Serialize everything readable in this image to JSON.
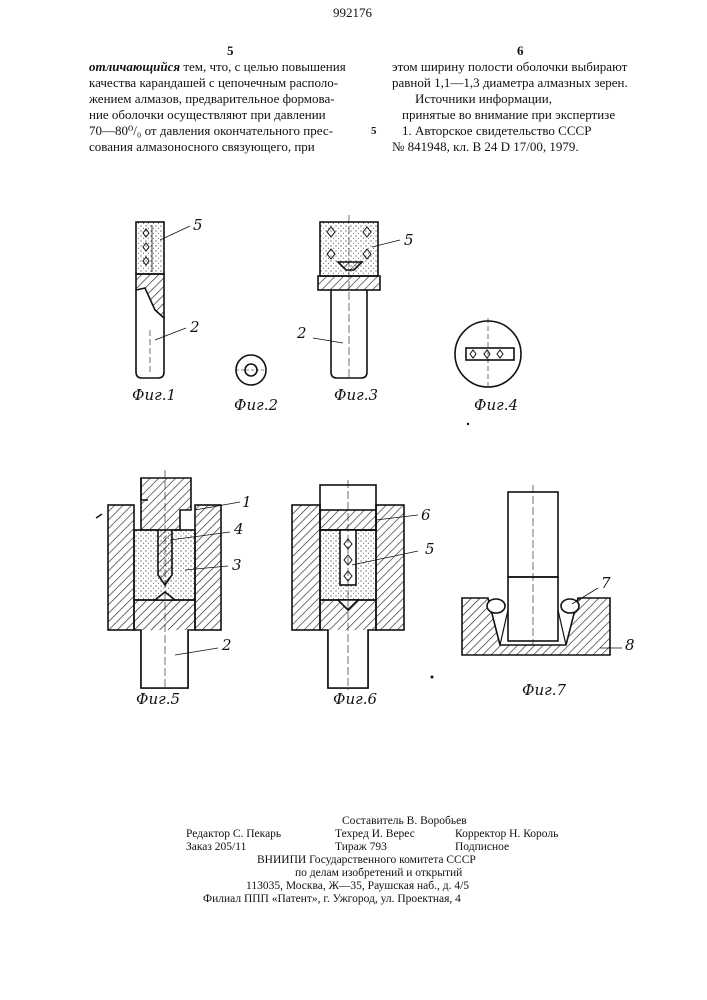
{
  "doc_number": "992176",
  "column_numbers": {
    "left": "5",
    "right": "6"
  },
  "margin_line_number": "5",
  "left_column": {
    "line1_em": "отличающийся",
    "line1_rest": " тем, что, с целью повышения",
    "lines": [
      "качества карандашей с цепочечным располо-",
      "жением алмазов, предварительное формова-",
      "ние оболочки осуществляют при давлении",
      "70—80⁰/₀ от давления окончательного прес-",
      "сования алмазоносного связующего, при"
    ]
  },
  "right_column": {
    "lines": [
      "этом ширину полости оболочки выбирают",
      "равной 1,1—1,3 диаметра алмазных зерен.",
      "Источники информации,",
      "принятые во внимание при экспертизе",
      "1. Авторское свидетельство СССР",
      "№ 841948, кл. В 24 D 17/00, 1979."
    ]
  },
  "figures": {
    "fig1": "Фиг.1",
    "fig2": "Фиг.2",
    "fig3": "Фиг.3",
    "fig4": "Фиг.4",
    "fig5": "Фиг.5",
    "fig6": "Фиг.6",
    "fig7": "Фиг.7"
  },
  "ref_labels": {
    "fig1_5": "5",
    "fig1_2": "2",
    "fig3_5": "5",
    "fig3_2": "2",
    "fig5_1": "1",
    "fig5_4": "4",
    "fig5_3": "3",
    "fig5_2": "2",
    "fig6_6": "6",
    "fig6_5": "5",
    "fig7_7": "7",
    "fig7_8": "8"
  },
  "imprint": {
    "compiler": "Составитель В. Воробьев",
    "editor": "Редактор С. Пекарь",
    "techred": "Техред И. Верес",
    "corrector": "Корректор Н. Король",
    "order": "Заказ 205/11",
    "circulation": "Тираж 793",
    "subscription": "Подписное",
    "org": "ВНИИПИ Государственного комитета СССР",
    "org2": "по делам изобретений и открытий",
    "address": "113035, Москва, Ж—35, Раушская наб., д. 4/5",
    "branch": "Филиал ППП «Патент», г. Ужгород, ул. Проектная, 4"
  }
}
